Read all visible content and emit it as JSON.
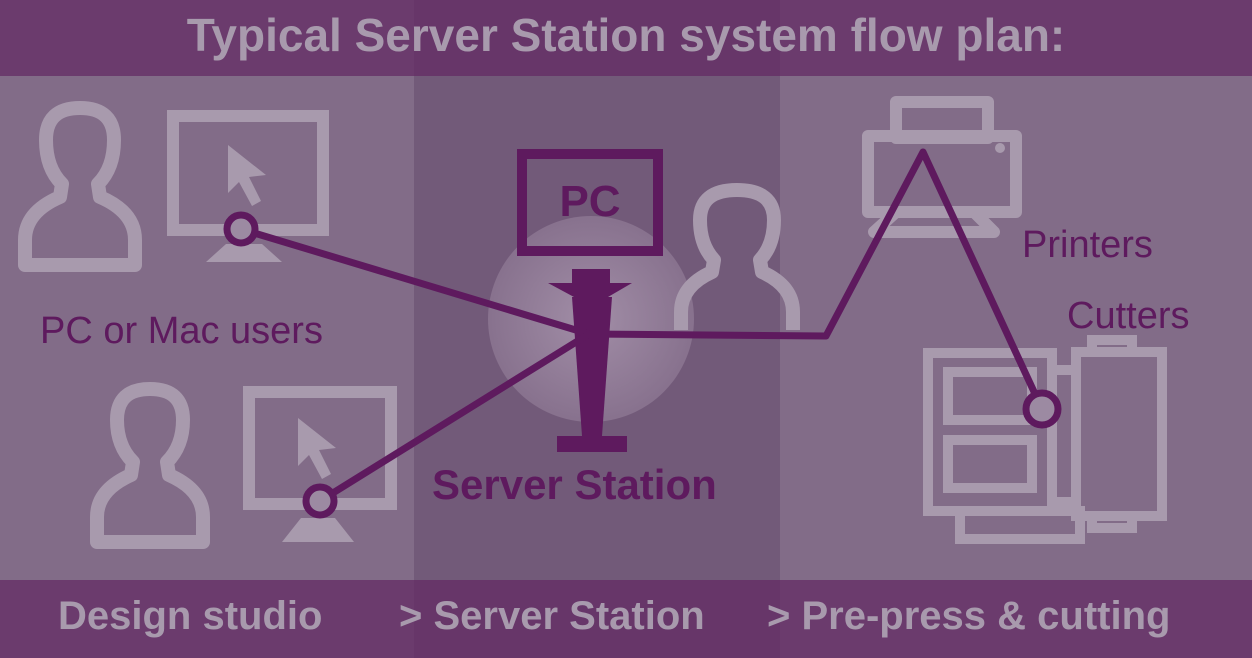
{
  "title": "Typical Server Station system flow plan:",
  "labels": {
    "pc_mac_users": "PC or Mac users",
    "pc": "PC",
    "server_station": "Server Station",
    "printers": "Printers",
    "cutters": "Cutters"
  },
  "footer": {
    "design_studio": "Design studio",
    "server_station": "> Server Station",
    "prepress_cutting": "> Pre-press & cutting"
  },
  "colors": {
    "background": "#7d6882",
    "band": "#622862",
    "icon_gray": "#a89aad",
    "accent_purple": "#5e1a5e"
  }
}
